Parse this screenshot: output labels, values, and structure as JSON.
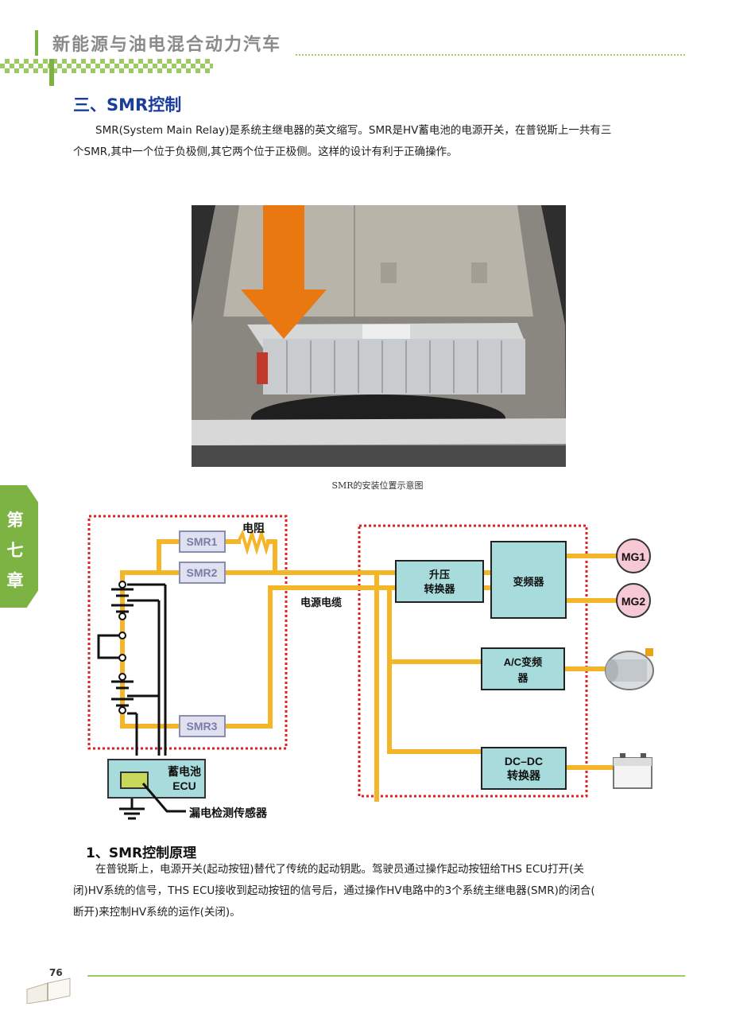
{
  "header": {
    "title": "新能源与油电混合动力汽车"
  },
  "section": {
    "title": "三、SMR控制"
  },
  "intro": {
    "line1": "SMR(System  Main  Relay)是系统主继电器的英文缩写。SMR是HV蓄电池的电源开关，在普锐斯上一共有三",
    "line2": "个SMR,其中一个位于负极侧,其它两个位于正极侧。这样的设计有利于正确操作。"
  },
  "photo": {
    "caption": "SMR的安装位置示意图"
  },
  "chapter": {
    "char1": "第",
    "char2": "七",
    "char3": "章"
  },
  "diagram": {
    "smr1": "SMR1",
    "smr2": "SMR2",
    "smr3": "SMR3",
    "resistor": "电阻",
    "power_cable": "电源电缆",
    "boost_line1": "升压",
    "boost_line2": "转换器",
    "inverter": "变频器",
    "mg1": "MG1",
    "mg2": "MG2",
    "ac_line1": "A/C变频",
    "ac_line2": "器",
    "dcdc_line1": "DC–DC",
    "dcdc_line2": "转换器",
    "ecu_line1": "蓄电池",
    "ecu_line2": "ECU",
    "leak_sensor": "漏电检测传感器",
    "colors": {
      "wire": "#f5b528",
      "box": "#a8dcdc",
      "relay": "#dfe0f0",
      "motor": "#f7c9d4",
      "dashed": "#e02020"
    }
  },
  "subsection": {
    "title": "1、SMR控制原理"
  },
  "body": {
    "line1": "在普锐斯上，电源开关(起动按钮)替代了传统的起动钥匙。驾驶员通过操作起动按钮给THS  ECU打开(关",
    "line2": "闭)HV系统的信号，THS  ECU接收到起动按钮的信号后，通过操作HV电路中的3个系统主继电器(SMR)的闭合(",
    "line3": "断开)来控制HV系统的运作(关闭)。"
  },
  "footer": {
    "page": "76"
  }
}
